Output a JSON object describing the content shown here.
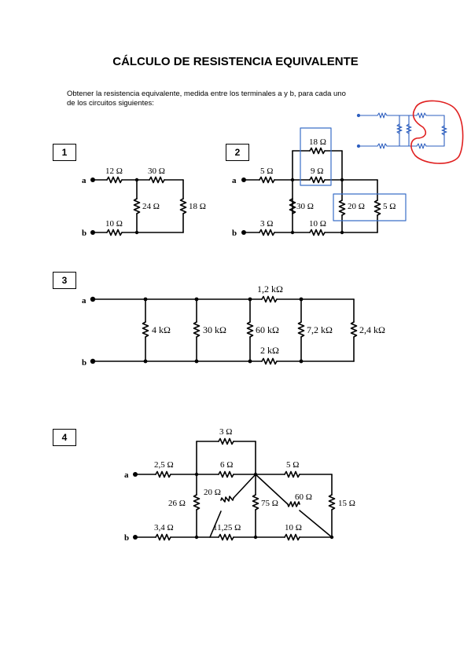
{
  "title": "CÁLCULO DE RESISTENCIA EQUIVALENTE",
  "intro": {
    "line1": "Obtener la resistencia equivalente, medida entre los terminales a y b, para cada uno",
    "line2": "de los circuitos siguientes:"
  },
  "colors": {
    "highlight_box": "#3a6fc8",
    "sketch_blue": "#2e5fbf",
    "sketch_red": "#e02020"
  },
  "circuits": [
    {
      "number": "1",
      "terminals": {
        "a": "a",
        "b": "b"
      },
      "resistors": {
        "r12": "12 Ω",
        "r30": "30 Ω",
        "r24": "24 Ω",
        "r18": "18 Ω",
        "r10": "10 Ω"
      }
    },
    {
      "number": "2",
      "terminals": {
        "a": "a",
        "b": "b"
      },
      "resistors": {
        "r18": "18 Ω",
        "r5a": "5 Ω",
        "r9": "9 Ω",
        "r30": "30 Ω",
        "r20": "20 Ω",
        "r5b": "5 Ω",
        "r3": "3 Ω",
        "r10": "10 Ω"
      }
    },
    {
      "number": "3",
      "terminals": {
        "a": "a",
        "b": "b"
      },
      "resistors": {
        "r12k": "1,2 kΩ",
        "r4k": "4 kΩ",
        "r30k": "30 kΩ",
        "r60k": "60 kΩ",
        "r72k": "7,2 kΩ",
        "r24k": "2,4 kΩ",
        "r2k": "2 kΩ"
      }
    },
    {
      "number": "4",
      "terminals": {
        "a": "a",
        "b": "b"
      },
      "resistors": {
        "r3": "3 Ω",
        "r25": "2,5 Ω",
        "r6": "6 Ω",
        "r5": "5 Ω",
        "r20": "20 Ω",
        "r26": "26 Ω",
        "r75": "75 Ω",
        "r60": "60 Ω",
        "r15": "15 Ω",
        "r34": "3,4 Ω",
        "r1125": "11,25 Ω",
        "r10": "10 Ω"
      }
    }
  ]
}
